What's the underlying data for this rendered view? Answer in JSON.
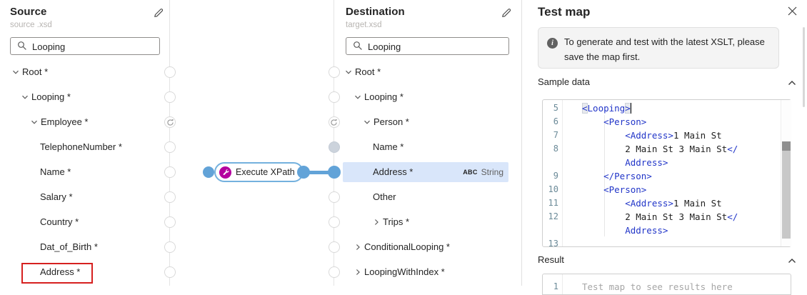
{
  "source_panel": {
    "title": "Source",
    "subtitle": "source .xsd",
    "search": {
      "value": "Looping"
    },
    "tree": [
      {
        "label": "Root *",
        "level": 0,
        "chevron": "down",
        "handle": "circle"
      },
      {
        "label": "Looping *",
        "level": 1,
        "chevron": "down",
        "handle": "circle"
      },
      {
        "label": "Employee *",
        "level": 2,
        "chevron": "down",
        "handle": "loop"
      },
      {
        "label": "TelephoneNumber *",
        "level": 3,
        "chevron": "none",
        "handle": "circle"
      },
      {
        "label": "Name *",
        "level": 3,
        "chevron": "none",
        "handle": "circle"
      },
      {
        "label": "Salary *",
        "level": 3,
        "chevron": "none",
        "handle": "circle"
      },
      {
        "label": "Country *",
        "level": 3,
        "chevron": "none",
        "handle": "circle"
      },
      {
        "label": "Dat_of_Birth *",
        "level": 3,
        "chevron": "none",
        "handle": "circle"
      },
      {
        "label": "Address *",
        "level": 3,
        "chevron": "none",
        "handle": "circle",
        "highlight_red_box": true
      }
    ]
  },
  "destination_panel": {
    "title": "Destination",
    "subtitle": "target.xsd",
    "search": {
      "value": "Looping"
    },
    "tree": [
      {
        "label": "Root *",
        "level": 0,
        "chevron": "down",
        "handle": "circle"
      },
      {
        "label": "Looping *",
        "level": 1,
        "chevron": "down",
        "handle": "circle"
      },
      {
        "label": "Person *",
        "level": 2,
        "chevron": "down",
        "handle": "loop"
      },
      {
        "label": "Name *",
        "level": 3,
        "chevron": "none",
        "handle": "grey"
      },
      {
        "label": "Address *",
        "level": 3,
        "chevron": "none",
        "handle": "blue",
        "selected": true,
        "type_badge": {
          "abbr": "ABC",
          "name": "String"
        }
      },
      {
        "label": "Other",
        "level": 3,
        "chevron": "none",
        "handle": "circle"
      },
      {
        "label": "Trips *",
        "level": 3,
        "chevron": "right",
        "handle": "circle"
      },
      {
        "label": "ConditionalLooping *",
        "level": 1,
        "chevron": "right",
        "handle": "circle"
      },
      {
        "label": "LoopingWithIndex *",
        "level": 1,
        "chevron": "right",
        "handle": "circle"
      }
    ]
  },
  "canvas": {
    "function_node": {
      "label": "Execute XPath",
      "icon": "wrench-icon"
    },
    "connection": {
      "from": "Execute XPath",
      "to": "Address *"
    }
  },
  "test_map_panel": {
    "title": "Test map",
    "info_message": "To generate and test with the latest XSLT, please save the map first.",
    "sections": {
      "sample_data": "Sample data",
      "result": "Result"
    },
    "sample_editor": {
      "lines": [
        {
          "num": "5",
          "cursor": true,
          "segments": [
            {
              "style": "tag-bracket",
              "text": "<"
            },
            {
              "style": "tag",
              "text": "Looping"
            },
            {
              "style": "tag-bracket",
              "text": ">"
            }
          ]
        },
        {
          "num": "6",
          "segments": [
            {
              "style": "tag",
              "text": "    <Person>"
            }
          ]
        },
        {
          "num": "7",
          "segments": [
            {
              "style": "tag",
              "text": "        <Address>"
            },
            {
              "style": "txt",
              "text": "1 Main St"
            }
          ]
        },
        {
          "num": "8",
          "segments": [
            {
              "style": "txt",
              "text": "        2 Main St 3 Main St"
            },
            {
              "style": "tag",
              "text": "</"
            }
          ]
        },
        {
          "num": "",
          "segments": [
            {
              "style": "tag",
              "text": "        Address>"
            }
          ]
        },
        {
          "num": "9",
          "segments": [
            {
              "style": "tag",
              "text": "    </Person>"
            }
          ]
        },
        {
          "num": "10",
          "segments": [
            {
              "style": "tag",
              "text": "    <Person>"
            }
          ]
        },
        {
          "num": "11",
          "segments": [
            {
              "style": "tag",
              "text": "        <Address>"
            },
            {
              "style": "txt",
              "text": "1 Main St"
            }
          ]
        },
        {
          "num": "12",
          "segments": [
            {
              "style": "txt",
              "text": "        2 Main St 3 Main St"
            },
            {
              "style": "tag",
              "text": "</"
            }
          ]
        },
        {
          "num": "",
          "segments": [
            {
              "style": "tag",
              "text": "        Address>"
            }
          ]
        },
        {
          "num": "13",
          "segments": []
        }
      ]
    },
    "result_editor": {
      "first_line_num": "1",
      "placeholder": "Test map to see results here"
    }
  },
  "colors": {
    "accent_blue": "#62a3d8",
    "function_icon_magenta": "#b4009e",
    "selected_row": "#d9e6fa",
    "red_highlight": "#d6201f",
    "xml_tag_blue": "#2135c8"
  }
}
